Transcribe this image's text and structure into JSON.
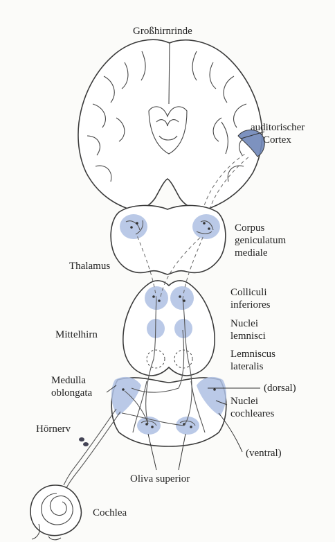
{
  "labels": {
    "grosshirnrinde": "Großhirnrinde",
    "auditory_cortex": [
      "auditorischer",
      "Cortex"
    ],
    "thalamus": "Thalamus",
    "corpus_geniculatum": [
      "Corpus",
      "geniculatum",
      "mediale"
    ],
    "colliculi": [
      "Colliculi",
      "inferiores"
    ],
    "mittelhirn": "Mittelhirn",
    "nuclei_lemnisci": [
      "Nuclei",
      "lemnisci"
    ],
    "lemniscus_lateralis": [
      "Lemniscus",
      "lateralis"
    ],
    "medulla": [
      "Medulla",
      "oblongata"
    ],
    "dorsal": "(dorsal)",
    "nuclei_cochleares": [
      "Nuclei",
      "cochleares"
    ],
    "hoernerv": "Hörnerv",
    "ventral": "(ventral)",
    "oliva_superior": "Oliva superior",
    "cochlea": "Cochlea"
  },
  "colors": {
    "nucleus_fill": "#aebfe3",
    "auditory_cortex": "#6f86b8",
    "outline": "#3a3a3a",
    "background": "#fbfbf9"
  }
}
